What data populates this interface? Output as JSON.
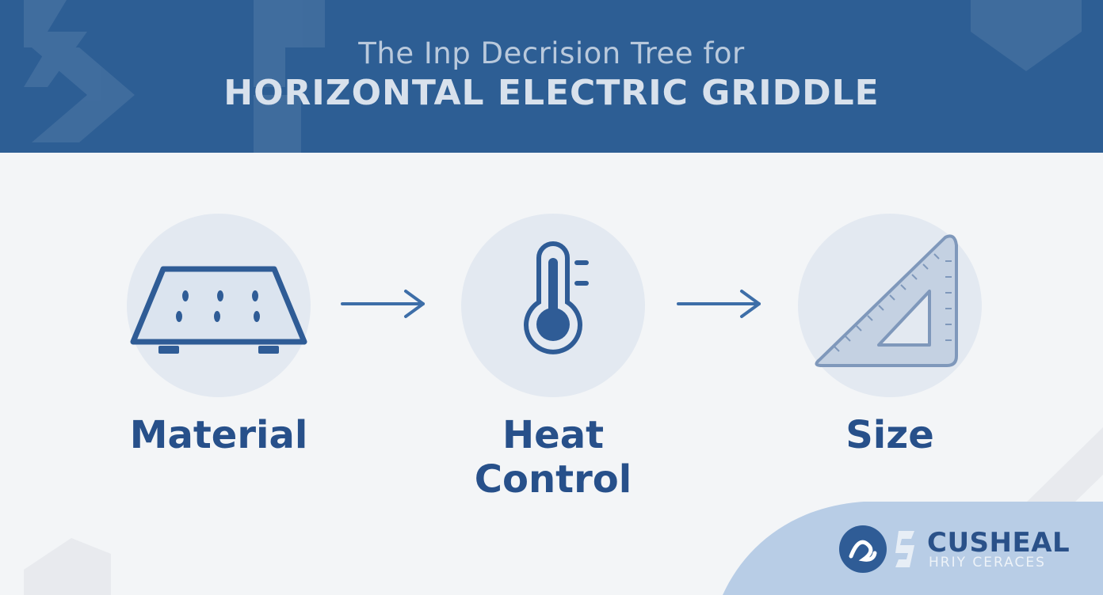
{
  "header": {
    "line1": "The Inp Decrision Tree for",
    "line2": "HORIZONTAL ELECTRIC GRIDDLE"
  },
  "steps": [
    {
      "label": "Material",
      "icon": "griddle-icon"
    },
    {
      "label": "Heat Control",
      "icon": "thermometer-icon"
    },
    {
      "label": "Size",
      "icon": "triangle-ruler-icon"
    }
  ],
  "brand": {
    "name": "CUSHEAL",
    "tagline": "HRIY CERACES"
  },
  "colors": {
    "header_bg": "#2d5e94",
    "background": "#f3f5f7",
    "circle_bg": "#e3e9f1",
    "label": "#27508a",
    "icon_stroke": "#2f5c96",
    "arrow": "#3d6ea8",
    "brand_blob": "#b8cde6"
  }
}
